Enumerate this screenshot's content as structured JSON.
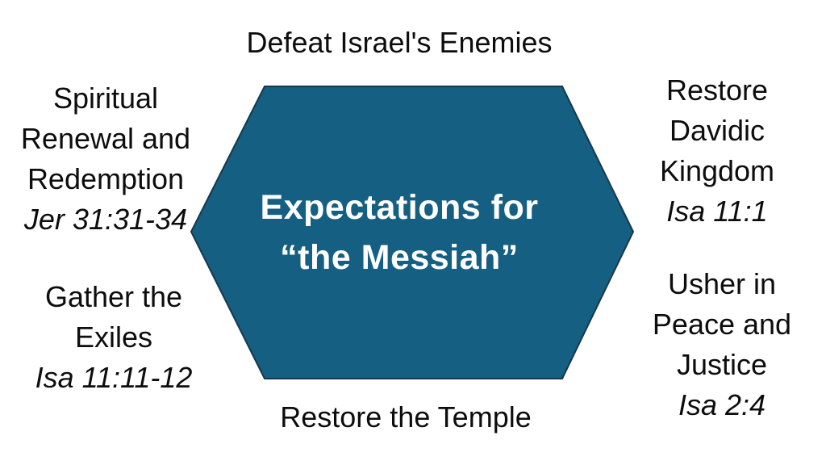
{
  "diagram": {
    "hexagon": {
      "fill_color": "#155f82",
      "border_color": "#16384a",
      "text_color": "#ffffff",
      "title_lines": [
        "Expectations for",
        "“the Messiah”"
      ]
    },
    "labels": {
      "text_color": "#0d0d0d",
      "top": {
        "lines": [
          "Defeat Israel's Enemies"
        ]
      },
      "upper_left": {
        "lines": [
          "Spiritual",
          "Renewal and",
          "Redemption"
        ],
        "ref": "Jer 31:31-34"
      },
      "lower_left": {
        "lines": [
          "Gather the",
          "Exiles"
        ],
        "ref": "Isa 11:11-12"
      },
      "upper_right": {
        "lines": [
          "Restore",
          "Davidic",
          "Kingdom"
        ],
        "ref": "Isa 11:1"
      },
      "lower_right": {
        "lines": [
          "Usher in",
          "Peace and",
          "Justice"
        ],
        "ref": "Isa 2:4"
      },
      "bottom": {
        "lines": [
          "Restore the Temple"
        ]
      }
    }
  }
}
